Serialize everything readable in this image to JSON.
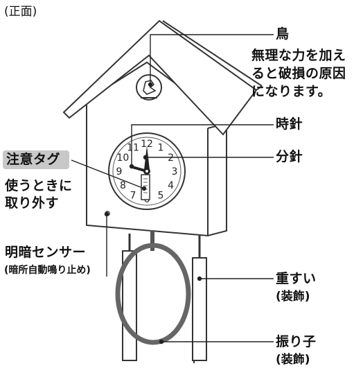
{
  "view_label": "(正面)",
  "callouts": {
    "bird": {
      "title": "鳥",
      "note_lines": [
        "無理な力を加え",
        "ると破損の原因",
        "になります。"
      ]
    },
    "hour_hand": {
      "title": "時針"
    },
    "minute_hand": {
      "title": "分針"
    },
    "caution_tag": {
      "title": "注意タグ",
      "note_lines": [
        "使うときに",
        "取り外す"
      ]
    },
    "light_sensor": {
      "title": "明暗センサー",
      "sub": "(暗所自動鳴り止め)"
    },
    "weights": {
      "title": "重すい",
      "sub": "(装飾)"
    },
    "pendulum": {
      "title": "振り子",
      "sub": "(装飾)"
    }
  },
  "dial_numerals": [
    "12",
    "1",
    "2",
    "3",
    "4",
    "5",
    "6",
    "7",
    "8",
    "9",
    "10",
    "11"
  ]
}
